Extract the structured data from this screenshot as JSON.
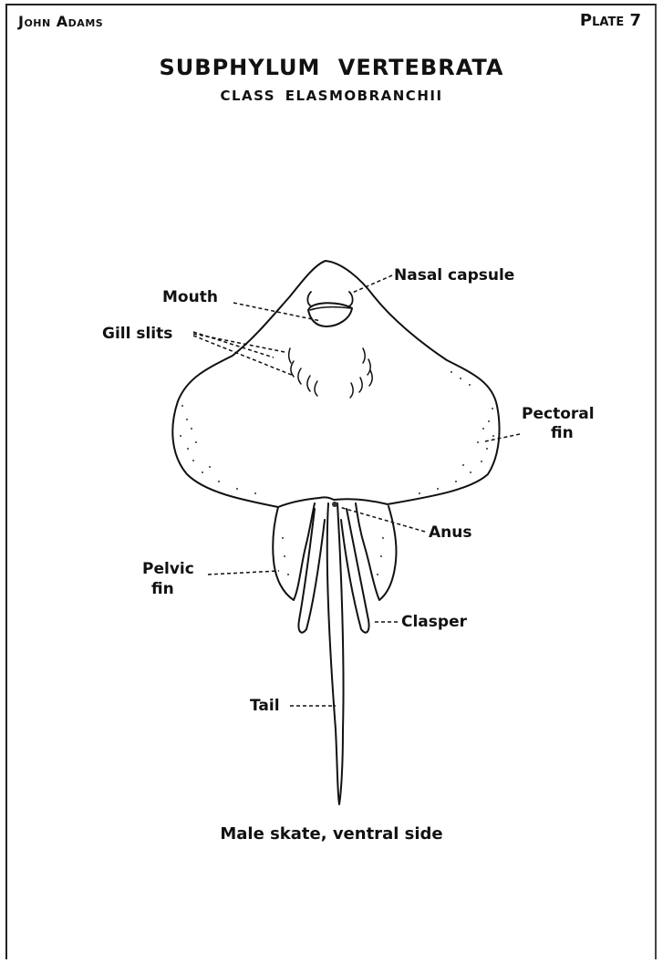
{
  "header": {
    "author": "John Adams",
    "plate": "Plate 7"
  },
  "title": "SUBPHYLUM VERTEBRATA",
  "subtitle": "CLASS ELASMOBRANCHII",
  "labels": {
    "nasal_capsule": "Nasal capsule",
    "mouth": "Mouth",
    "gill_slits": "Gill slits",
    "pectoral_fin_line1": "Pectoral",
    "pectoral_fin_line2": "fin",
    "anus": "Anus",
    "pelvic_fin_line1": "Pelvic",
    "pelvic_fin_line2": "fin",
    "clasper": "Clasper",
    "tail": "Tail"
  },
  "caption": "Male skate, ventral side"
}
